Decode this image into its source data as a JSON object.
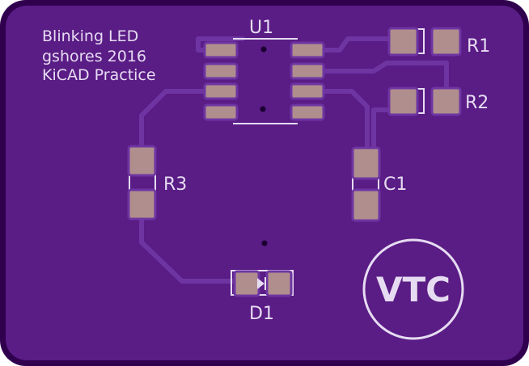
{
  "board": {
    "notes": [
      "Blinking LED",
      "gshores 2016",
      "KiCAD Practice"
    ],
    "logo_text": "VTC"
  },
  "components": {
    "u1": "U1",
    "r1": "R1",
    "r2": "R2",
    "r3": "R3",
    "c1": "C1",
    "d1": "D1"
  },
  "colors": {
    "board_edge": "#30004f",
    "board_fill": "#5a1c85",
    "trace": "#6e35a2",
    "pad": "#b08e8e",
    "silkscreen": "#e6dcf2"
  }
}
